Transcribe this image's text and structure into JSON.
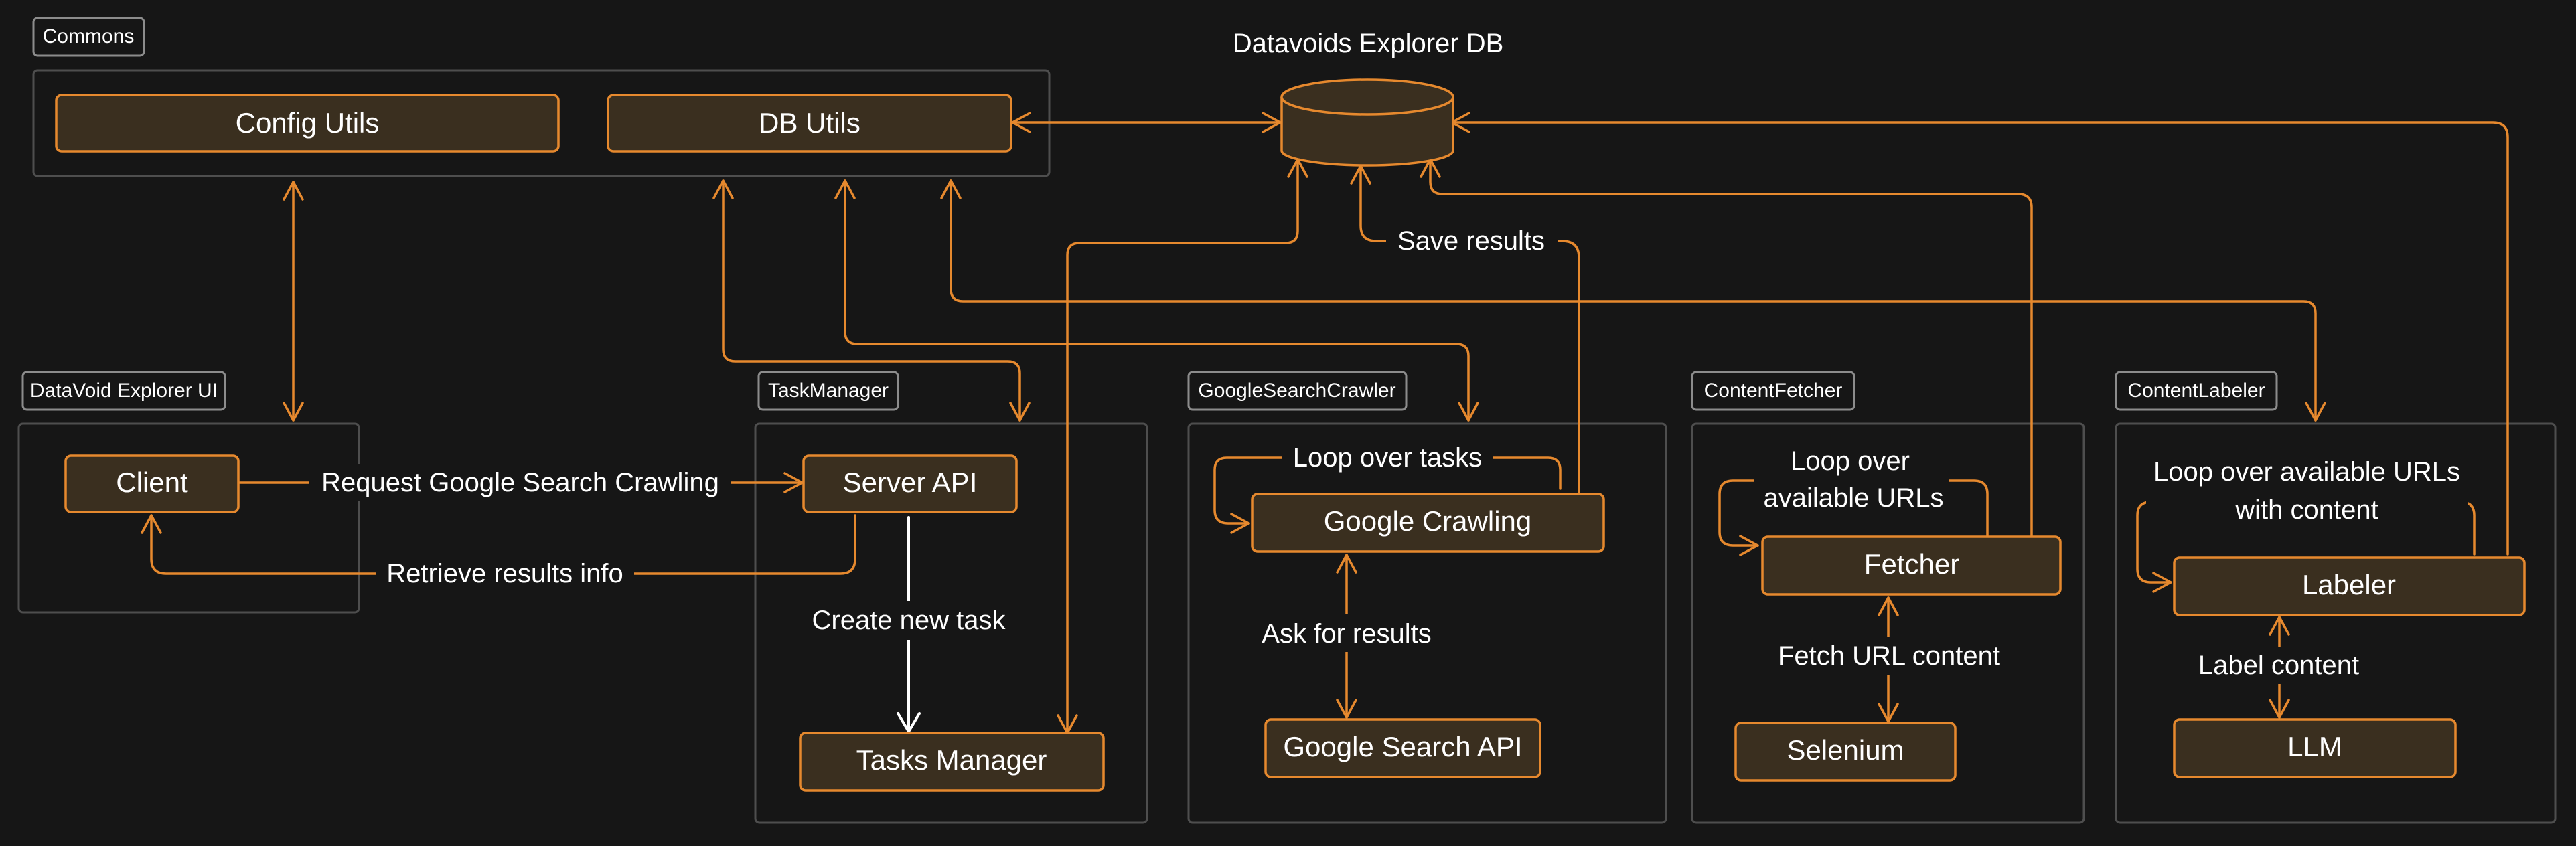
{
  "colors": {
    "background": "#161616",
    "accent": "#e6892e",
    "node_fill": "#3a2f1f",
    "group_border": "#4e4e4e",
    "text": "#ffffff"
  },
  "database": {
    "title": "Datavoids Explorer DB"
  },
  "groups": {
    "commons": "Commons",
    "ui": "DataVoid Explorer UI",
    "taskmanager": "TaskManager",
    "crawler": "GoogleSearchCrawler",
    "fetcher": "ContentFetcher",
    "labeler": "ContentLabeler"
  },
  "nodes": {
    "config_utils": "Config Utils",
    "db_utils": "DB Utils",
    "client": "Client",
    "server_api": "Server API",
    "tasks_manager": "Tasks Manager",
    "google_crawling": "Google Crawling",
    "google_search_api": "Google Search API",
    "fetcher": "Fetcher",
    "selenium": "Selenium",
    "labeler": "Labeler",
    "llm": "LLM"
  },
  "edge_labels": {
    "request_crawling": "Request Google Search Crawling",
    "retrieve_results": "Retrieve results info",
    "create_task": "Create new task",
    "save_results": "Save results",
    "loop_tasks": "Loop over tasks",
    "ask_results": "Ask for results",
    "loop_urls": [
      "Loop over",
      "available URLs"
    ],
    "fetch_content": "Fetch URL content",
    "loop_urls_content": [
      "Loop over available URLs",
      "with content"
    ],
    "label_content": "Label content"
  }
}
